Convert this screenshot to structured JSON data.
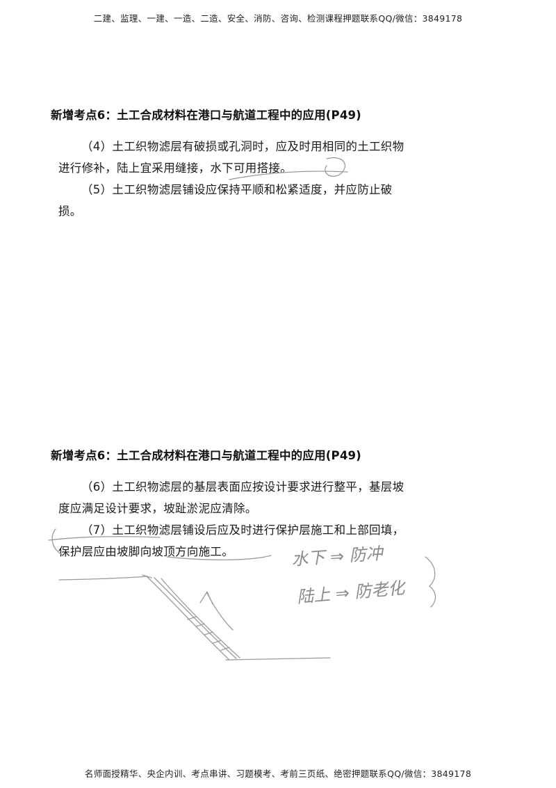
{
  "header": {
    "note": "二建、监理、一建、一造、二造、安全、消防、咨询、检测课程押题联系QQ/微信：3849178"
  },
  "sections": [
    {
      "title": "新增考点6：土工合成材料在港口与航道工程中的应用(P49)",
      "paragraphs": [
        "（4）土工织物滤层有破损或孔洞时，应及时用相同的土工织物进行修补，陆上宜采用缝接，水下可用搭接。",
        "（5）土工织物滤层铺设应保持平顺和松紧适度，并应防止破损。"
      ]
    },
    {
      "title": "新增考点6：土工合成材料在港口与航道工程中的应用(P49)",
      "paragraphs": [
        "（6）土工织物滤层的基层表面应按设计要求进行整平，基层坡度应满足设计要求，坡趾淤泥应清除。",
        "（7）土工织物滤层铺设后应及时进行保护层施工和上部回填，保护层应由坡脚向坡顶方向施工。"
      ]
    }
  ],
  "handwriting": {
    "line1": "水下 ⇒ 防冲",
    "line2": "陆上 ⇒ 防老化"
  },
  "footer": {
    "note": "名师面授精华、央企内训、考点串讲、习题模考、考前三页纸、绝密押题联系QQ/微信：3849178"
  },
  "colors": {
    "text": "#1a1a1a",
    "pencil": "#9a9a9a"
  }
}
